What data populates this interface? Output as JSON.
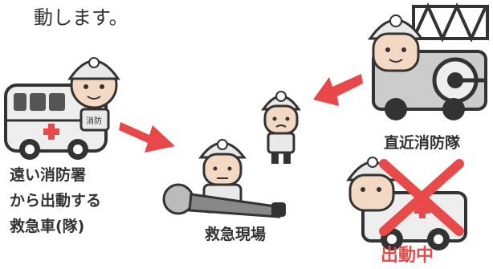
{
  "top_text": "動します。",
  "labels": {
    "nearest_team": "直近消防隊",
    "scene": "救急現場",
    "remote_ambulance_line1": "遠い消防署",
    "remote_ambulance_line2": "から出動する",
    "remote_ambulance_line3": "救急車(隊)",
    "dispatched": "出動中"
  },
  "ambulance_text": "消防",
  "colors": {
    "arrow": "#e8484a",
    "cross": "#e84a4a",
    "dispatched_text": "#e84a4a",
    "helmet": "#e9e9e9",
    "vehicle_body": "#eeeeee",
    "dark": "#333333"
  },
  "icons": [
    "ambulance-with-firefighter-icon",
    "fire-truck-with-firefighter-icon",
    "firefighter-icon",
    "paramedic-icon",
    "patient-icon",
    "cross-mark-icon",
    "arrow-icon"
  ]
}
